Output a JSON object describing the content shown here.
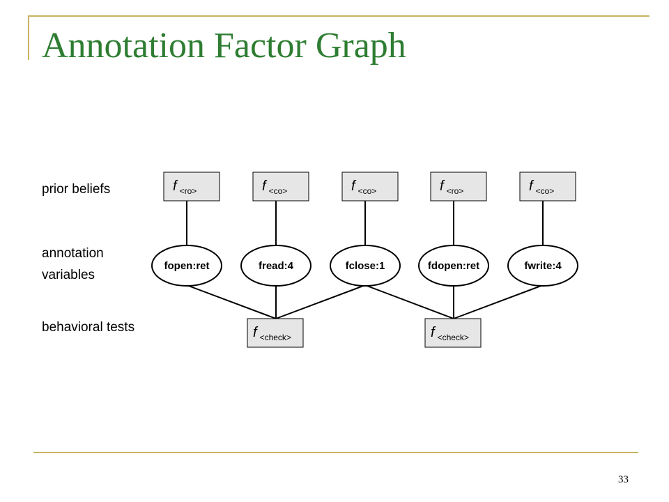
{
  "slide": {
    "title": "Annotation Factor Graph",
    "page_number": "33"
  },
  "row_labels": {
    "prior": "prior beliefs",
    "annotation_line1": "annotation",
    "annotation_line2": "variables",
    "behavioral": "behavioral tests"
  },
  "colors": {
    "title": "#2e7d32",
    "frame": "#c8b460",
    "factor_fill": "#e6e6e6"
  },
  "graph": {
    "prior_factors": [
      {
        "symbol": "f",
        "subscript": "<ro>"
      },
      {
        "symbol": "f",
        "subscript": "<co>"
      },
      {
        "symbol": "f",
        "subscript": "<co>"
      },
      {
        "symbol": "f",
        "subscript": "<ro>"
      },
      {
        "symbol": "f",
        "subscript": "<co>"
      }
    ],
    "variables": [
      "fopen:ret",
      "fread:4",
      "fclose:1",
      "fdopen:ret",
      "fwrite:4"
    ],
    "check_factors": [
      {
        "symbol": "f",
        "subscript": "<check>",
        "connects": [
          0,
          1,
          2
        ]
      },
      {
        "symbol": "f",
        "subscript": "<check>",
        "connects": [
          2,
          3,
          4
        ]
      }
    ]
  }
}
